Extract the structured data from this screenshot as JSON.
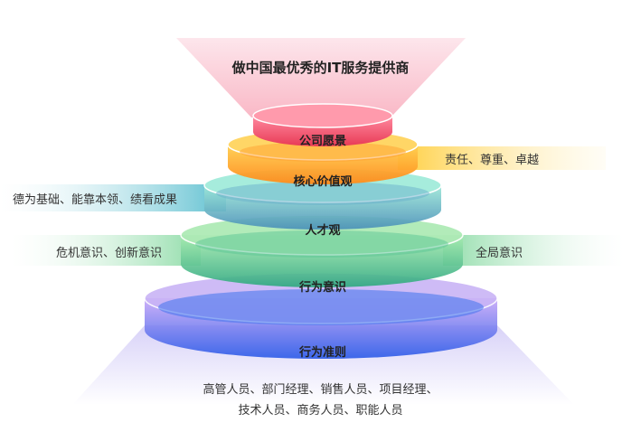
{
  "title": "做中国最优秀的IT服务提供商",
  "tiers": [
    {
      "label": "公司愿景",
      "color": "#f25a6e"
    },
    {
      "label": "核心价值观",
      "color": "#ffa020",
      "side_text": "责任、尊重、卓越"
    },
    {
      "label": "人才观",
      "color": "#4fb8c8",
      "side_text": "德为基础、能靠本领、绩看成果"
    },
    {
      "label": "行为意识",
      "color": "#45c48a",
      "side_text_left": "危机意识、创新意识",
      "side_text_right": "全局意识"
    },
    {
      "label": "行为准则",
      "color": "#3a6ff0"
    }
  ],
  "bottom_text": [
    "高管人员、部门经理、销售人员、项目经理、",
    "技术人员、商务人员、职能人员"
  ]
}
